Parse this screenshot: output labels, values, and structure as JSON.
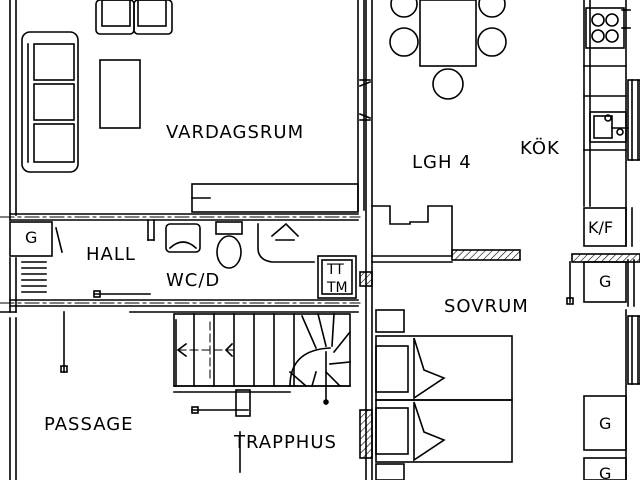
{
  "plan": {
    "rooms": {
      "vardagsrum": "VARDAGSRUM",
      "lgh": "LGH 4",
      "kok": "KÖK",
      "hall": "HALL",
      "wc": "WC/D",
      "sovrum": "SOVRUM",
      "passage": "PASSAGE",
      "trapphus": "TRAPPHUS"
    },
    "fixtures": {
      "g_hall": "G",
      "kf": "K/F",
      "g_right_1": "G",
      "g_right_2": "G",
      "g_right_3": "G",
      "tt": "TT",
      "tm": "TM"
    },
    "colors": {
      "line": "#000000",
      "background": "#ffffff"
    }
  }
}
